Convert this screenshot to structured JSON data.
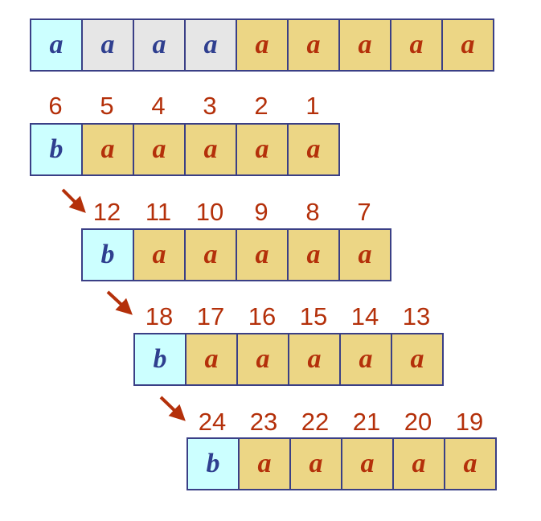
{
  "text_row": [
    "a",
    "a",
    "a",
    "a",
    "a",
    "a",
    "a",
    "a",
    "a"
  ],
  "pattern_blocks": [
    {
      "labels": [
        "6",
        "5",
        "4",
        "3",
        "2",
        "1"
      ],
      "cells": [
        "b",
        "a",
        "a",
        "a",
        "a",
        "a"
      ]
    },
    {
      "labels": [
        "12",
        "11",
        "10",
        "9",
        "8",
        "7"
      ],
      "cells": [
        "b",
        "a",
        "a",
        "a",
        "a",
        "a"
      ]
    },
    {
      "labels": [
        "18",
        "17",
        "16",
        "15",
        "14",
        "13"
      ],
      "cells": [
        "b",
        "a",
        "a",
        "a",
        "a",
        "a"
      ]
    },
    {
      "labels": [
        "24",
        "23",
        "22",
        "21",
        "20",
        "19"
      ],
      "cells": [
        "b",
        "a",
        "a",
        "a",
        "a",
        "a"
      ]
    }
  ],
  "colors": {
    "mismatch_cell": "#ccffff",
    "compared_gray": "#e6e6e6",
    "match_cell": "#ecd685",
    "border": "#3a3f86",
    "arrow": "#b4300a"
  }
}
